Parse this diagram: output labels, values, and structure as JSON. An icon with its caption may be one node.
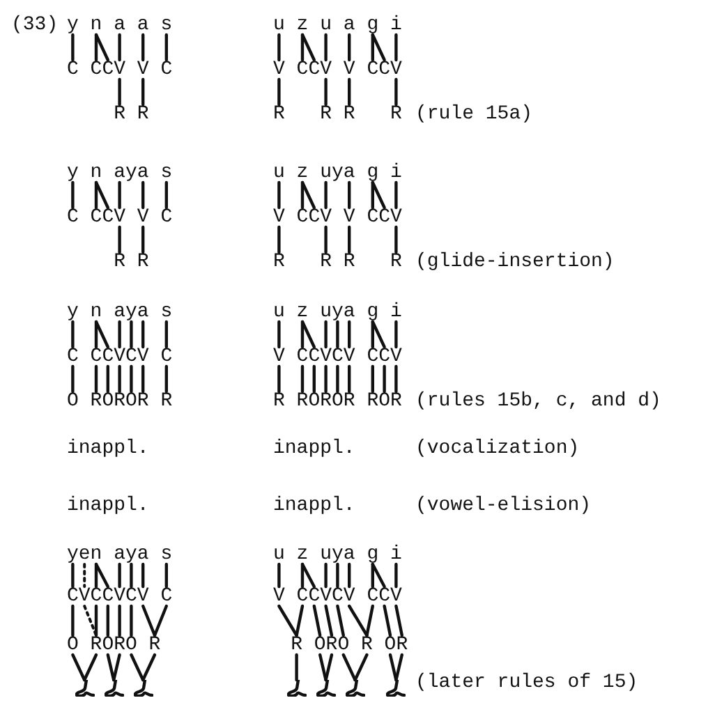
{
  "diagram": {
    "nodes": [
      {
        "text": [
          "y"
        ]
      },
      {
        "text": [
          "n"
        ]
      },
      {
        "text": [
          "a"
        ]
      },
      {
        "text": [
          "a"
        ]
      },
      {
        "text": [
          "s"
        ]
      },
      {
        "text": [
          "C"
        ]
      },
      {
        "text": [
          "C"
        ]
      },
      {
        "text": [
          "C"
        ]
      },
      {
        "text": [
          "V"
        ]
      },
      {
        "text": [
          "V"
        ]
      },
      {
        "text": [
          "C"
        ]
      },
      {
        "text": [
          "R"
        ]
      },
      {
        "text": [
          "R"
        ]
      },
      {
        "text": [
          "u"
        ]
      },
      {
        "text": [
          "z"
        ]
      },
      {
        "text": [
          "u"
        ]
      },
      {
        "text": [
          "a"
        ]
      },
      {
        "text": [
          "g"
        ]
      },
      {
        "text": [
          "i"
        ]
      },
      {
        "text": [
          "V"
        ]
      },
      {
        "text": [
          "C"
        ]
      },
      {
        "text": [
          "C"
        ]
      },
      {
        "text": [
          "V"
        ]
      },
      {
        "text": [
          "V"
        ]
      },
      {
        "text": [
          "C"
        ]
      },
      {
        "text": [
          "C"
        ]
      },
      {
        "text": [
          "V"
        ]
      },
      {
        "text": [
          "R"
        ]
      },
      {
        "text": [
          "R"
        ]
      },
      {
        "text": [
          "R"
        ]
      },
      {
        "text": [
          "R"
        ]
      },
      {
        "text": [
          "y"
        ]
      },
      {
        "text": [
          "n"
        ]
      },
      {
        "text": [
          "a"
        ]
      },
      {
        "text": [
          "y"
        ]
      },
      {
        "text": [
          "a"
        ]
      },
      {
        "text": [
          "s"
        ]
      },
      {
        "text": [
          "C"
        ]
      },
      {
        "text": [
          "C"
        ]
      },
      {
        "text": [
          "C"
        ]
      },
      {
        "text": [
          "V"
        ]
      },
      {
        "text": [
          "V"
        ]
      },
      {
        "text": [
          "C"
        ]
      },
      {
        "text": [
          "R"
        ]
      },
      {
        "text": [
          "R"
        ]
      },
      {
        "text": [
          "u"
        ]
      },
      {
        "text": [
          "z"
        ]
      },
      {
        "text": [
          "u"
        ]
      },
      {
        "text": [
          "y"
        ]
      },
      {
        "text": [
          "a"
        ]
      },
      {
        "text": [
          "g"
        ]
      },
      {
        "text": [
          "i"
        ]
      },
      {
        "text": [
          "V"
        ]
      },
      {
        "text": [
          "C"
        ]
      },
      {
        "text": [
          "C"
        ]
      },
      {
        "text": [
          "V"
        ]
      },
      {
        "text": [
          "V"
        ]
      },
      {
        "text": [
          "C"
        ]
      },
      {
        "text": [
          "C"
        ]
      },
      {
        "text": [
          "V"
        ]
      },
      {
        "text": [
          "R"
        ]
      },
      {
        "text": [
          "R"
        ]
      },
      {
        "text": [
          "R"
        ]
      },
      {
        "text": [
          "R"
        ]
      },
      {
        "text": [
          "y"
        ]
      },
      {
        "text": [
          "n"
        ]
      },
      {
        "text": [
          "a"
        ]
      },
      {
        "text": [
          "y"
        ]
      },
      {
        "text": [
          "a"
        ]
      },
      {
        "text": [
          "s"
        ]
      },
      {
        "text": [
          "C"
        ]
      },
      {
        "text": [
          "C"
        ]
      },
      {
        "text": [
          "C"
        ]
      },
      {
        "text": [
          "V"
        ]
      },
      {
        "text": [
          "C"
        ]
      },
      {
        "text": [
          "V"
        ]
      },
      {
        "text": [
          "C"
        ]
      },
      {
        "text": [
          "O"
        ]
      },
      {
        "text": [
          "R"
        ]
      },
      {
        "text": [
          "O"
        ]
      },
      {
        "text": [
          "R"
        ]
      },
      {
        "text": [
          "O"
        ]
      },
      {
        "text": [
          "R"
        ]
      },
      {
        "text": [
          "R"
        ]
      },
      {
        "text": [
          "u"
        ]
      },
      {
        "text": [
          "z"
        ]
      },
      {
        "text": [
          "u"
        ]
      },
      {
        "text": [
          "y"
        ]
      },
      {
        "text": [
          "a"
        ]
      },
      {
        "text": [
          "g"
        ]
      },
      {
        "text": [
          "i"
        ]
      },
      {
        "text": [
          "V"
        ]
      },
      {
        "text": [
          "C"
        ]
      },
      {
        "text": [
          "C"
        ]
      },
      {
        "text": [
          "V"
        ]
      },
      {
        "text": [
          "C"
        ]
      },
      {
        "text": [
          "V"
        ]
      },
      {
        "text": [
          "C"
        ]
      },
      {
        "text": [
          "C"
        ]
      },
      {
        "text": [
          "V"
        ]
      },
      {
        "text": [
          "R"
        ]
      },
      {
        "text": [
          "R"
        ]
      },
      {
        "text": [
          "O"
        ]
      },
      {
        "text": [
          "R"
        ]
      },
      {
        "text": [
          "O"
        ]
      },
      {
        "text": [
          "R"
        ]
      },
      {
        "text": [
          "R"
        ]
      },
      {
        "text": [
          "O"
        ]
      },
      {
        "text": [
          "R"
        ]
      },
      {
        "text": [
          "y"
        ]
      },
      {
        "text": [
          "e"
        ]
      },
      {
        "text": [
          "n"
        ]
      },
      {
        "text": [
          "a"
        ]
      },
      {
        "text": [
          "y"
        ]
      },
      {
        "text": [
          "a"
        ]
      },
      {
        "text": [
          "s"
        ]
      },
      {
        "text": [
          "C"
        ]
      },
      {
        "text": [
          "V"
        ]
      },
      {
        "text": [
          "C"
        ]
      },
      {
        "text": [
          "C"
        ]
      },
      {
        "text": [
          "V"
        ]
      },
      {
        "text": [
          "C"
        ]
      },
      {
        "text": [
          "V"
        ]
      },
      {
        "text": [
          "C"
        ]
      },
      {
        "text": [
          "O"
        ]
      },
      {
        "text": [
          "R"
        ]
      },
      {
        "text": [
          "O"
        ]
      },
      {
        "text": [
          "R"
        ]
      },
      {
        "text": [
          "O"
        ]
      },
      {
        "text": [
          "R"
        ]
      },
      {
        "text": [],
        "shape": "loop"
      },
      {
        "text": [],
        "shape": "loop"
      },
      {
        "text": [],
        "shape": "loop"
      },
      {
        "text": [
          "u"
        ]
      },
      {
        "text": [
          "z"
        ]
      },
      {
        "text": [
          "u"
        ]
      },
      {
        "text": [
          "y"
        ]
      },
      {
        "text": [
          "a"
        ]
      },
      {
        "text": [
          "g"
        ]
      },
      {
        "text": [
          "i"
        ]
      },
      {
        "text": [
          "V"
        ]
      },
      {
        "text": [
          "C"
        ]
      },
      {
        "text": [
          "C"
        ]
      },
      {
        "text": [
          "V"
        ]
      },
      {
        "text": [
          "C"
        ]
      },
      {
        "text": [
          "V"
        ]
      },
      {
        "text": [
          "C"
        ]
      },
      {
        "text": [
          "C"
        ]
      },
      {
        "text": [
          "V"
        ]
      },
      {
        "text": [
          "R"
        ]
      },
      {
        "text": [
          "O"
        ]
      },
      {
        "text": [
          "R"
        ]
      },
      {
        "text": [
          "O"
        ]
      },
      {
        "text": [
          "R"
        ]
      },
      {
        "text": [
          "O"
        ]
      },
      {
        "text": [
          "R"
        ]
      },
      {
        "text": [],
        "shape": "loop"
      },
      {
        "text": [],
        "shape": "loop"
      },
      {
        "text": [],
        "shape": "loop"
      },
      {
        "text": [],
        "shape": "loop"
      }
    ],
    "edges": [
      {
        "from": 0,
        "to": 5,
        "arrow": "none"
      },
      {
        "from": 1,
        "to": 6,
        "arrow": "none"
      },
      {
        "from": 1,
        "to": 7,
        "arrow": "none"
      },
      {
        "from": 2,
        "to": 8,
        "arrow": "none"
      },
      {
        "from": 3,
        "to": 9,
        "arrow": "none"
      },
      {
        "from": 4,
        "to": 10,
        "arrow": "none"
      },
      {
        "from": 8,
        "to": 11,
        "arrow": "none"
      },
      {
        "from": 9,
        "to": 12,
        "arrow": "none"
      },
      {
        "from": 13,
        "to": 19,
        "arrow": "none"
      },
      {
        "from": 14,
        "to": 20,
        "arrow": "none"
      },
      {
        "from": 14,
        "to": 21,
        "arrow": "none"
      },
      {
        "from": 15,
        "to": 22,
        "arrow": "none"
      },
      {
        "from": 16,
        "to": 23,
        "arrow": "none"
      },
      {
        "from": 17,
        "to": 24,
        "arrow": "none"
      },
      {
        "from": 17,
        "to": 25,
        "arrow": "none"
      },
      {
        "from": 18,
        "to": 26,
        "arrow": "none"
      },
      {
        "from": 19,
        "to": 27,
        "arrow": "none"
      },
      {
        "from": 22,
        "to": 28,
        "arrow": "none"
      },
      {
        "from": 23,
        "to": 29,
        "arrow": "none"
      },
      {
        "from": 26,
        "to": 30,
        "arrow": "none"
      },
      {
        "from": 31,
        "to": 37,
        "arrow": "none"
      },
      {
        "from": 32,
        "to": 38,
        "arrow": "none"
      },
      {
        "from": 32,
        "to": 39,
        "arrow": "none"
      },
      {
        "from": 33,
        "to": 40,
        "arrow": "none"
      },
      {
        "from": 35,
        "to": 41,
        "arrow": "none"
      },
      {
        "from": 36,
        "to": 42,
        "arrow": "none"
      },
      {
        "from": 40,
        "to": 43,
        "arrow": "none"
      },
      {
        "from": 41,
        "to": 44,
        "arrow": "none"
      },
      {
        "from": 45,
        "to": 52,
        "arrow": "none"
      },
      {
        "from": 46,
        "to": 53,
        "arrow": "none"
      },
      {
        "from": 46,
        "to": 54,
        "arrow": "none"
      },
      {
        "from": 47,
        "to": 55,
        "arrow": "none"
      },
      {
        "from": 49,
        "to": 56,
        "arrow": "none"
      },
      {
        "from": 50,
        "to": 57,
        "arrow": "none"
      },
      {
        "from": 50,
        "to": 58,
        "arrow": "none"
      },
      {
        "from": 51,
        "to": 59,
        "arrow": "none"
      },
      {
        "from": 52,
        "to": 60,
        "arrow": "none"
      },
      {
        "from": 55,
        "to": 61,
        "arrow": "none"
      },
      {
        "from": 56,
        "to": 62,
        "arrow": "none"
      },
      {
        "from": 59,
        "to": 63,
        "arrow": "none"
      },
      {
        "from": 64,
        "to": 70,
        "arrow": "none"
      },
      {
        "from": 65,
        "to": 71,
        "arrow": "none"
      },
      {
        "from": 65,
        "to": 72,
        "arrow": "none"
      },
      {
        "from": 66,
        "to": 73,
        "arrow": "none"
      },
      {
        "from": 67,
        "to": 74,
        "arrow": "none"
      },
      {
        "from": 68,
        "to": 75,
        "arrow": "none"
      },
      {
        "from": 69,
        "to": 76,
        "arrow": "none"
      },
      {
        "from": 70,
        "to": 77,
        "arrow": "none"
      },
      {
        "from": 71,
        "to": 78,
        "arrow": "none"
      },
      {
        "from": 72,
        "to": 79,
        "arrow": "none"
      },
      {
        "from": 73,
        "to": 80,
        "arrow": "none"
      },
      {
        "from": 74,
        "to": 81,
        "arrow": "none"
      },
      {
        "from": 75,
        "to": 82,
        "arrow": "none"
      },
      {
        "from": 76,
        "to": 83,
        "arrow": "none"
      },
      {
        "from": 84,
        "to": 91,
        "arrow": "none"
      },
      {
        "from": 85,
        "to": 92,
        "arrow": "none"
      },
      {
        "from": 85,
        "to": 93,
        "arrow": "none"
      },
      {
        "from": 86,
        "to": 94,
        "arrow": "none"
      },
      {
        "from": 87,
        "to": 95,
        "arrow": "none"
      },
      {
        "from": 88,
        "to": 96,
        "arrow": "none"
      },
      {
        "from": 89,
        "to": 97,
        "arrow": "none"
      },
      {
        "from": 89,
        "to": 98,
        "arrow": "none"
      },
      {
        "from": 90,
        "to": 99,
        "arrow": "none"
      },
      {
        "from": 91,
        "to": 100,
        "arrow": "none"
      },
      {
        "from": 92,
        "to": 101,
        "arrow": "none"
      },
      {
        "from": 93,
        "to": 102,
        "arrow": "none"
      },
      {
        "from": 94,
        "to": 103,
        "arrow": "none"
      },
      {
        "from": 95,
        "to": 104,
        "arrow": "none"
      },
      {
        "from": 96,
        "to": 105,
        "arrow": "none"
      },
      {
        "from": 97,
        "to": 106,
        "arrow": "none"
      },
      {
        "from": 98,
        "to": 107,
        "arrow": "none"
      },
      {
        "from": 99,
        "to": 108,
        "arrow": "none"
      },
      {
        "from": 109,
        "to": 116,
        "arrow": "none"
      },
      {
        "from": 110,
        "to": 117,
        "arrow": "none",
        "style": "dashed"
      },
      {
        "from": 111,
        "to": 118,
        "arrow": "none"
      },
      {
        "from": 111,
        "to": 119,
        "arrow": "none"
      },
      {
        "from": 112,
        "to": 120,
        "arrow": "none"
      },
      {
        "from": 113,
        "to": 121,
        "arrow": "none"
      },
      {
        "from": 114,
        "to": 122,
        "arrow": "none"
      },
      {
        "from": 115,
        "to": 123,
        "arrow": "none"
      },
      {
        "from": 116,
        "to": 124,
        "arrow": "none"
      },
      {
        "from": 117,
        "to": 125,
        "arrow": "none",
        "style": "dashed"
      },
      {
        "from": 118,
        "to": 125,
        "arrow": "none"
      },
      {
        "from": 119,
        "to": 126,
        "arrow": "none"
      },
      {
        "from": 120,
        "to": 127,
        "arrow": "none"
      },
      {
        "from": 121,
        "to": 128,
        "arrow": "none"
      },
      {
        "from": 122,
        "to": 129,
        "arrow": "none"
      },
      {
        "from": 123,
        "to": 129,
        "arrow": "none"
      },
      {
        "from": 124,
        "to": 130,
        "arrow": "none"
      },
      {
        "from": 125,
        "to": 130,
        "arrow": "none"
      },
      {
        "from": 126,
        "to": 131,
        "arrow": "none"
      },
      {
        "from": 127,
        "to": 131,
        "arrow": "none"
      },
      {
        "from": 128,
        "to": 132,
        "arrow": "none"
      },
      {
        "from": 129,
        "to": 132,
        "arrow": "none"
      },
      {
        "from": 133,
        "to": 140,
        "arrow": "none"
      },
      {
        "from": 134,
        "to": 141,
        "arrow": "none"
      },
      {
        "from": 134,
        "to": 142,
        "arrow": "none"
      },
      {
        "from": 135,
        "to": 143,
        "arrow": "none"
      },
      {
        "from": 136,
        "to": 144,
        "arrow": "none"
      },
      {
        "from": 137,
        "to": 145,
        "arrow": "none"
      },
      {
        "from": 138,
        "to": 146,
        "arrow": "none"
      },
      {
        "from": 138,
        "to": 147,
        "arrow": "none"
      },
      {
        "from": 139,
        "to": 148,
        "arrow": "none"
      },
      {
        "from": 140,
        "to": 149,
        "arrow": "none"
      },
      {
        "from": 141,
        "to": 149,
        "arrow": "none"
      },
      {
        "from": 142,
        "to": 150,
        "arrow": "none"
      },
      {
        "from": 143,
        "to": 151,
        "arrow": "none"
      },
      {
        "from": 144,
        "to": 152,
        "arrow": "none"
      },
      {
        "from": 145,
        "to": 153,
        "arrow": "none"
      },
      {
        "from": 146,
        "to": 153,
        "arrow": "none"
      },
      {
        "from": 147,
        "to": 154,
        "arrow": "none"
      },
      {
        "from": 148,
        "to": 155,
        "arrow": "none"
      },
      {
        "from": 149,
        "to": 156,
        "arrow": "none"
      },
      {
        "from": 150,
        "to": 157,
        "arrow": "none"
      },
      {
        "from": 151,
        "to": 157,
        "arrow": "none"
      },
      {
        "from": 152,
        "to": 158,
        "arrow": "none"
      },
      {
        "from": 153,
        "to": 158,
        "arrow": "none"
      },
      {
        "from": 154,
        "to": 159,
        "arrow": "none"
      },
      {
        "from": 155,
        "to": 159,
        "arrow": "none"
      }
    ],
    "labels": [
      "(33)",
      "(rule 15a)",
      "(glide-insertion)",
      "(rules 15b, c, and d)",
      "inappl.",
      "inappl.",
      "(vocalization)",
      "inappl.",
      "inappl.",
      "(vowel-elision)",
      "(later rules of 15)"
    ]
  }
}
